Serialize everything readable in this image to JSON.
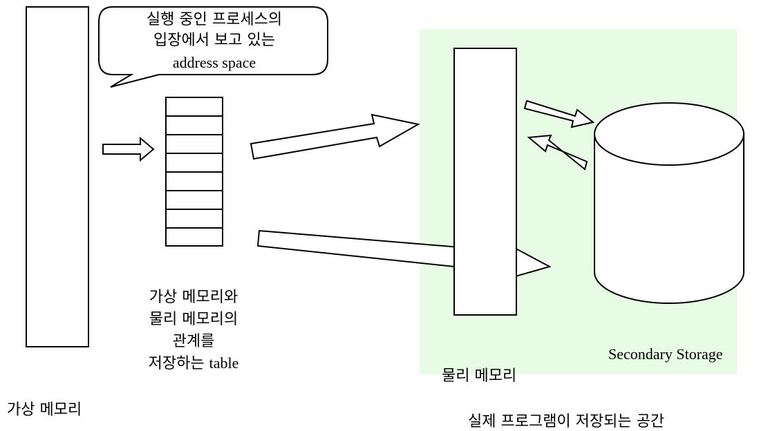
{
  "colors": {
    "stroke": "#000000",
    "fill": "#ffffff",
    "physical_region": "#e8fbe4"
  },
  "bubble": {
    "line1": "실행 중인 프로세스의",
    "line2": "입장에서 보고 있는",
    "line3": "address space"
  },
  "labels": {
    "virtual_memory": "가상 메모리",
    "table_line1": "가상 메모리와",
    "table_line2": "물리 메모리의",
    "table_line3": "관계를",
    "table_line4_ko": "저장하는 ",
    "table_line4_en": "table",
    "physical_memory": "물리 메모리",
    "secondary_storage": "Secondary Storage",
    "real_space": "실제 프로그램이 저장되는 공간"
  }
}
